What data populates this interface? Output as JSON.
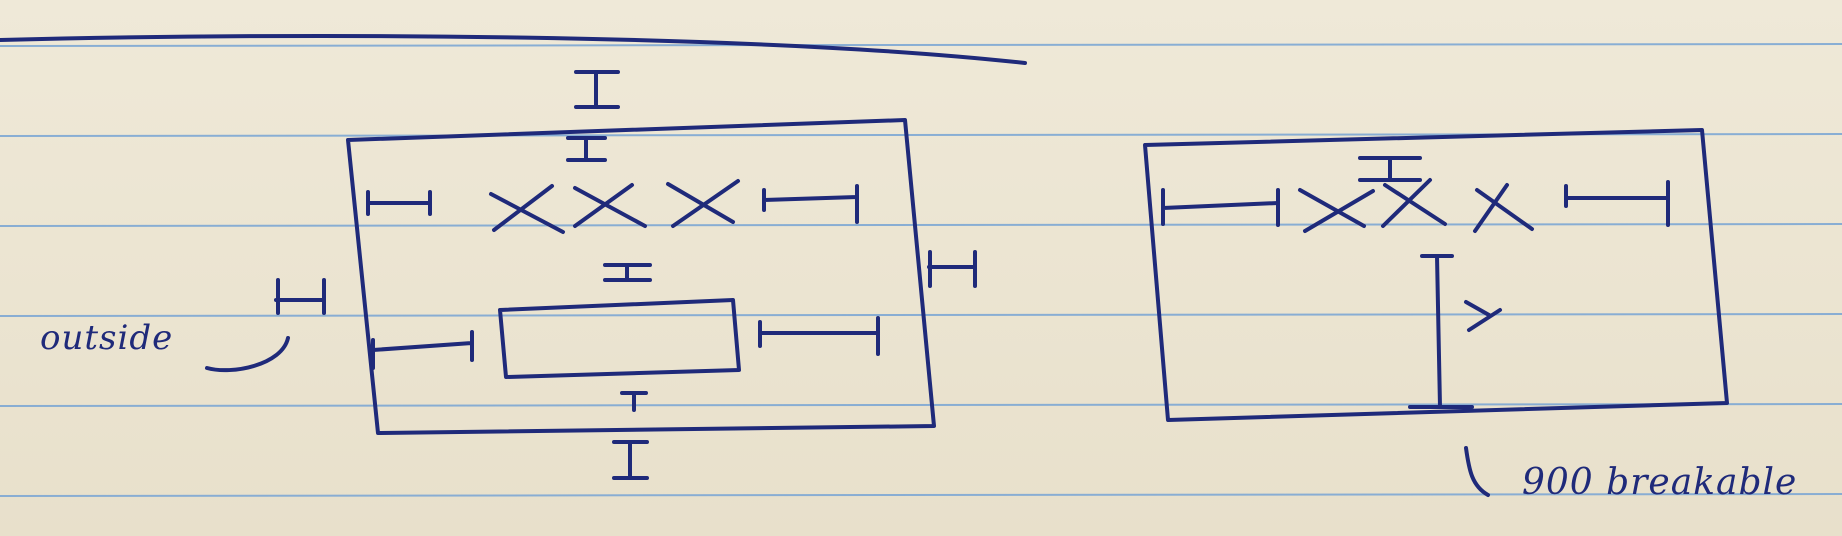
{
  "diagram": {
    "paper": {
      "background": "#ece5d3",
      "rule_color": "#7ea8d4",
      "ink_color": "#1f2a7a"
    },
    "labels": {
      "outside": "outside",
      "bottom_note": "900 breakable"
    },
    "marks": {
      "spacing_glyph": "I",
      "item_glyph": "X",
      "arrow_note": "\\"
    }
  }
}
